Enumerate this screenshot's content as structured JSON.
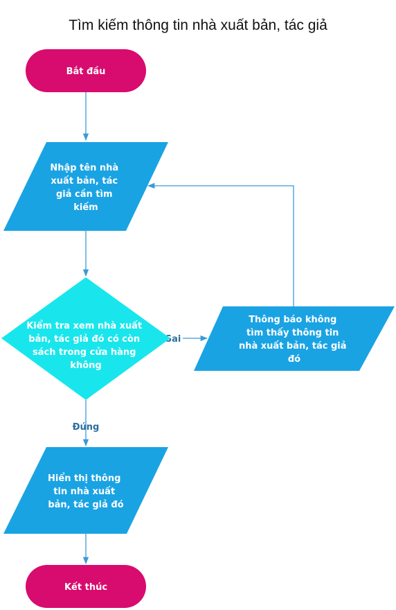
{
  "title": "Tìm kiếm thông tin nhà xuất bản, tác giả",
  "colors": {
    "terminal": "#d80b6e",
    "io": "#1aa3e3",
    "decision": "#19e6ec",
    "connector": "#3a9bd5",
    "edge_label": "#2b6f9e"
  },
  "nodes": {
    "start": {
      "lines": [
        "Bắt đầu"
      ]
    },
    "input": {
      "lines": [
        "Nhập tên nhà",
        "xuất bản, tác",
        "giả cần tìm",
        "kiếm"
      ]
    },
    "check": {
      "lines": [
        "Kiểm tra xem nhà xuất",
        "bản, tác giả đó có còn",
        "sách trong cửa hàng",
        "không"
      ]
    },
    "not_found": {
      "lines": [
        "Thông báo không",
        "tìm thấy thông tin",
        "nhà xuất bản, tác giả",
        "đó"
      ]
    },
    "display": {
      "lines": [
        "Hiển thị thông",
        "tin nhà xuất",
        "bản, tác giả đó"
      ]
    },
    "end": {
      "lines": [
        "Kết thúc"
      ]
    }
  },
  "edges": {
    "no_label": "Sai",
    "yes_label": "Đúng"
  }
}
